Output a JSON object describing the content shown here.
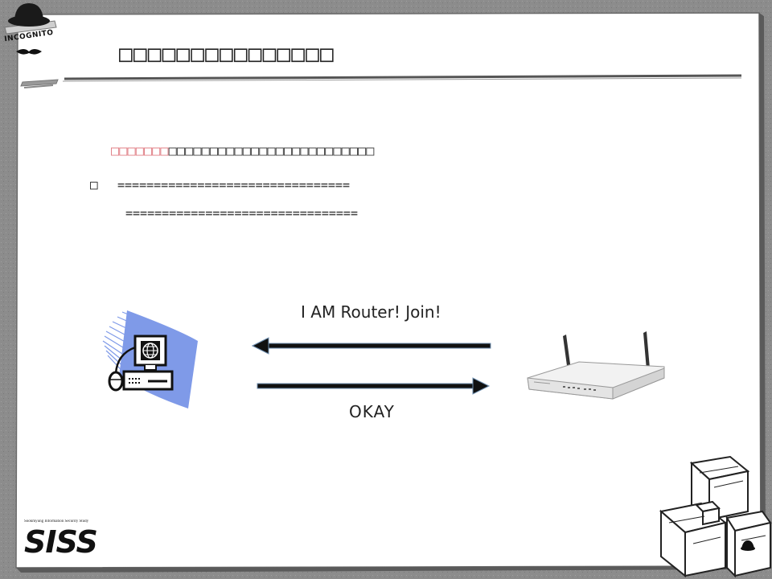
{
  "slide": {
    "title": "□□□□□□□□□□□□□□□",
    "subtitle_highlight": "□□□□□□□",
    "subtitle_rest": "□□□□□□□□□□□□□□□□□□□□□□□□□",
    "bullet_marker": "□",
    "bullet_line_1": "================================",
    "bullet_line_2": "================================"
  },
  "logo": {
    "text": "INCOGNITO"
  },
  "diagram": {
    "message_top": "I AM Router! Join!",
    "message_bottom": "OKAY",
    "arrow_color": "#111111",
    "arrow_outline": "#6f8fb0",
    "computer_icon": "computer-icon",
    "router_icon": "router-icon"
  },
  "footer": {
    "siss_small": "Sookmyung Information Security Study",
    "siss_big": "SISS"
  },
  "colors": {
    "frame_bg": "#8c8c8c",
    "content_bg": "#ffffff",
    "highlight": "#e07f86",
    "accent_blue": "#7f9ae8"
  }
}
